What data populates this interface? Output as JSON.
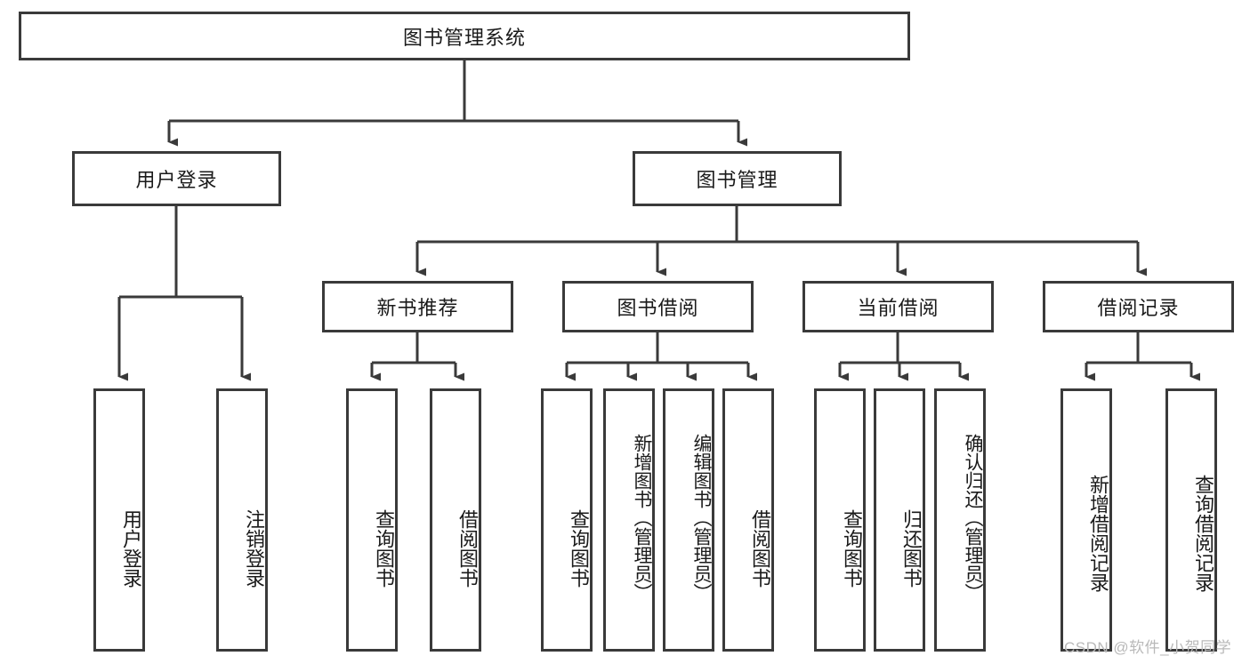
{
  "diagram": {
    "type": "tree-hierarchy-chart",
    "title_node": "图书管理系统",
    "line_color": "#3a3a3a",
    "box_fill": "#ffffff",
    "text_color": "#1a1a1a",
    "watermark": "CSDN @软件_小贺同学",
    "watermark_color": "#b9b9b9",
    "levels": {
      "root": {
        "label": "图书管理系统"
      },
      "level2": [
        {
          "id": "user-login",
          "label": "用户登录"
        },
        {
          "id": "book-manage",
          "label": "图书管理"
        }
      ],
      "level3": [
        {
          "id": "new-book-recommend",
          "label": "新书推荐",
          "parent": "book-manage"
        },
        {
          "id": "book-borrow",
          "label": "图书借阅",
          "parent": "book-manage"
        },
        {
          "id": "current-borrow",
          "label": "当前借阅",
          "parent": "book-manage"
        },
        {
          "id": "borrow-record",
          "label": "借阅记录",
          "parent": "book-manage"
        }
      ],
      "leaves": [
        {
          "id": "leaf-user-login",
          "label": "用户登录",
          "parent": "user-login"
        },
        {
          "id": "leaf-logout-login",
          "label": "注销登录",
          "parent": "user-login"
        },
        {
          "id": "leaf-query-book-1",
          "label": "查询图书",
          "parent": "new-book-recommend"
        },
        {
          "id": "leaf-borrow-book-1",
          "label": "借阅图书",
          "parent": "new-book-recommend"
        },
        {
          "id": "leaf-query-book-2",
          "label": "查询图书",
          "parent": "book-borrow"
        },
        {
          "id": "leaf-add-book",
          "label": "新增图书（管理员）",
          "parent": "book-borrow"
        },
        {
          "id": "leaf-edit-book",
          "label": "编辑图书（管理员）",
          "parent": "book-borrow"
        },
        {
          "id": "leaf-borrow-book-2",
          "label": "借阅图书",
          "parent": "book-borrow"
        },
        {
          "id": "leaf-query-book-3",
          "label": "查询图书",
          "parent": "current-borrow"
        },
        {
          "id": "leaf-return-book",
          "label": "归还图书",
          "parent": "current-borrow"
        },
        {
          "id": "leaf-confirm-return",
          "label": "确认归还（管理员）",
          "parent": "current-borrow"
        },
        {
          "id": "leaf-add-record",
          "label": "新增借阅记录",
          "parent": "borrow-record"
        },
        {
          "id": "leaf-query-record",
          "label": "查询借阅记录",
          "parent": "borrow-record"
        }
      ]
    }
  }
}
